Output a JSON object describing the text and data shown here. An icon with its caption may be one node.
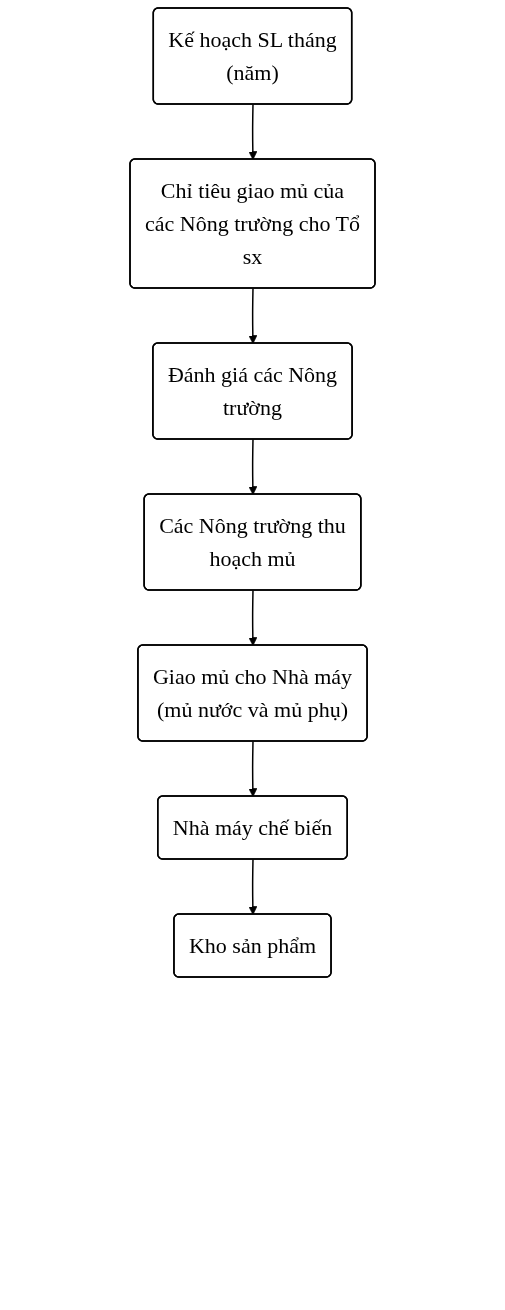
{
  "diagram": {
    "nodes": [
      {
        "text": [
          "Kế hoạch SL tháng (năm)"
        ]
      },
      {
        "text": [
          "Chỉ tiêu giao mủ của các Nông trường cho Tổ sx"
        ]
      },
      {
        "text": [
          "Đánh giá các Nông trường"
        ]
      },
      {
        "text": [
          "Các Nông trường thu hoạch mủ"
        ]
      },
      {
        "text": [
          "Giao mủ cho Nhà máy (mủ nước và mủ phụ)"
        ]
      },
      {
        "text": [
          "Nhà máy chế biến"
        ]
      },
      {
        "text": [
          "Kho sản phẩm"
        ]
      }
    ],
    "edges": [
      {
        "from": 0,
        "to": 1,
        "arrow": "to"
      },
      {
        "from": 1,
        "to": 2,
        "arrow": "to"
      },
      {
        "from": 2,
        "to": 3,
        "arrow": "to"
      },
      {
        "from": 3,
        "to": 4,
        "arrow": "to"
      },
      {
        "from": 4,
        "to": 5,
        "arrow": "to"
      },
      {
        "from": 5,
        "to": 6,
        "arrow": "to"
      }
    ]
  }
}
